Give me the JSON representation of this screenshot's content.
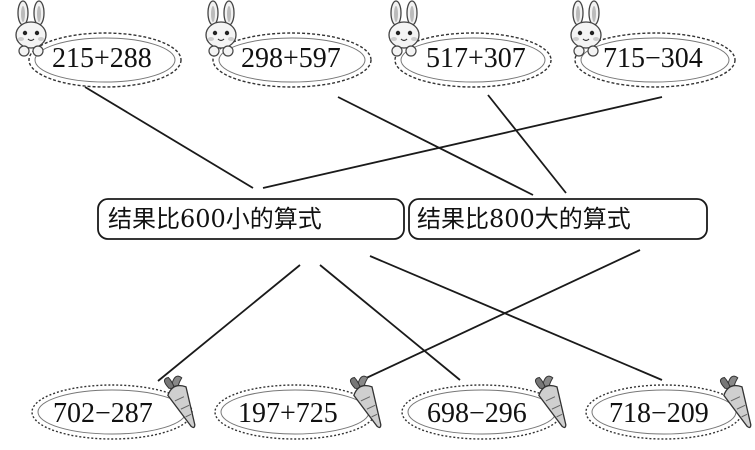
{
  "top_expressions": [
    "215+288",
    "298+597",
    "517+307",
    "715−304"
  ],
  "categories": [
    "结果比600小的算式",
    "结果比800大的算式"
  ],
  "bottom_expressions": [
    "702−287",
    "197+725",
    "698−296",
    "718−209"
  ],
  "icons": {
    "top": "rabbit-icon",
    "bottom": "carrot-icon"
  },
  "connections": [
    {
      "from": "215+288",
      "to": "结果比600小的算式"
    },
    {
      "from": "715−304",
      "to": "结果比600小的算式"
    },
    {
      "from": "298+597",
      "to": "结果比800大的算式"
    },
    {
      "from": "517+307",
      "to": "结果比800大的算式"
    },
    {
      "from": "结果比600小的算式",
      "to": "702−287"
    },
    {
      "from": "结果比600小的算式",
      "to": "698−296"
    },
    {
      "from": "结果比600小的算式",
      "to": "718−209"
    },
    {
      "from": "结果比800大的算式",
      "to": "197+725"
    }
  ]
}
